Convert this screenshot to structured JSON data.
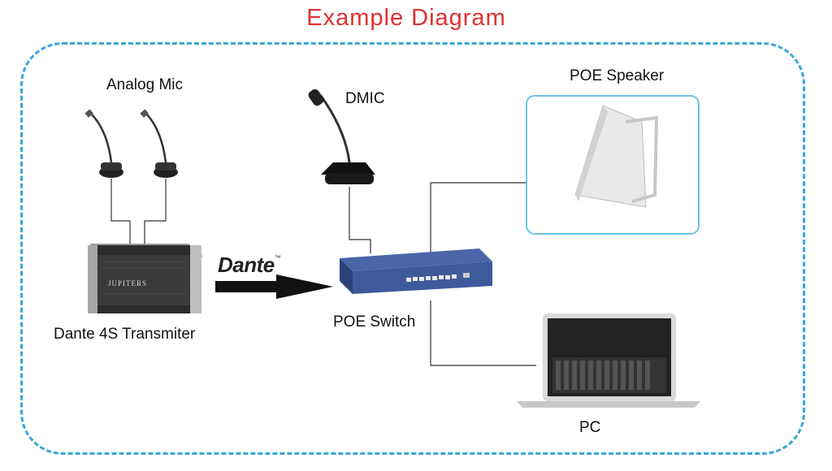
{
  "title": "Example Diagram",
  "nodes": {
    "analog_mic": "Analog Mic",
    "dmic": "DMIC",
    "poe_speaker": "POE Speaker",
    "transmitter": "Dante 4S Transmiter",
    "poe_switch": "POE Switch",
    "pc": "PC"
  },
  "protocol_logo": "Dante",
  "transmitter_badge": "JUPITERS",
  "colors": {
    "title": "#e0302f",
    "frame": "#3aa6d9",
    "speaker_box": "#6cc3e6",
    "switch": "#3f5a9a"
  }
}
